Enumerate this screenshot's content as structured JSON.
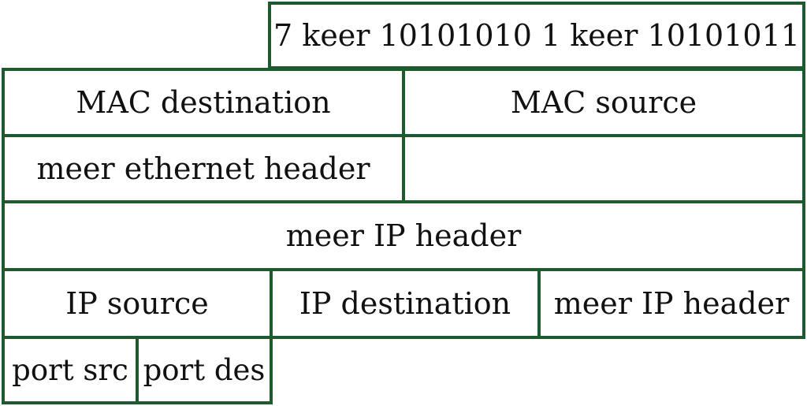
{
  "diagram": {
    "rows": [
      {
        "cells": [
          {
            "label": "7 keer 10101010 1 keer 10101011"
          }
        ]
      },
      {
        "cells": [
          {
            "label": "MAC destination"
          },
          {
            "label": "MAC source"
          }
        ]
      },
      {
        "cells": [
          {
            "label": "meer ethernet header"
          },
          {
            "label": ""
          }
        ]
      },
      {
        "cells": [
          {
            "label": "meer IP header"
          }
        ]
      },
      {
        "cells": [
          {
            "label": "IP source"
          },
          {
            "label": "IP destination"
          },
          {
            "label": "meer IP header"
          }
        ]
      },
      {
        "cells": [
          {
            "label": "port src"
          },
          {
            "label": "port des"
          }
        ]
      }
    ],
    "colors": {
      "border": "#1e5a2d",
      "text": "#111111",
      "background": "#ffffff"
    }
  }
}
